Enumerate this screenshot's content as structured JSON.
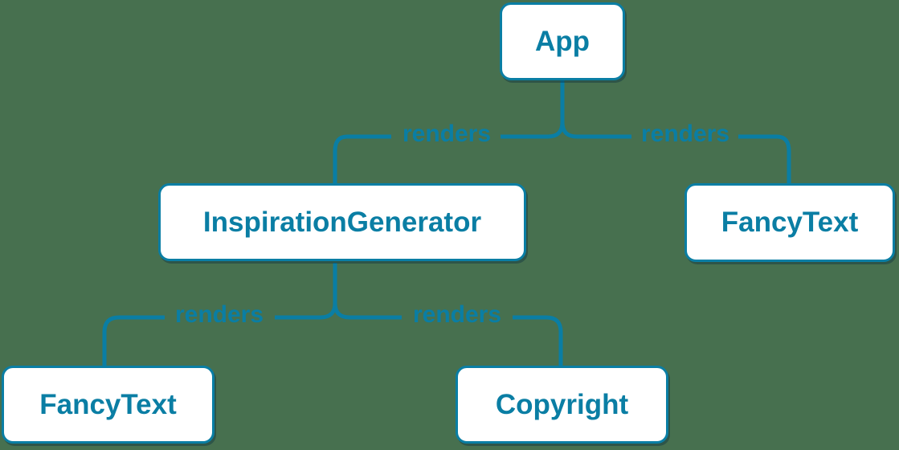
{
  "diagram": {
    "type": "tree",
    "description": "React render tree diagram",
    "nodes": [
      {
        "id": "app",
        "label": "App"
      },
      {
        "id": "inspiration-generator",
        "label": "InspirationGenerator"
      },
      {
        "id": "fancy-text-right",
        "label": "FancyText"
      },
      {
        "id": "fancy-text-left",
        "label": "FancyText"
      },
      {
        "id": "copyright",
        "label": "Copyright"
      }
    ],
    "edges": [
      {
        "from": "App",
        "to": "InspirationGenerator",
        "label": "renders"
      },
      {
        "from": "App",
        "to": "FancyText",
        "label": "renders"
      },
      {
        "from": "InspirationGenerator",
        "to": "FancyText",
        "label": "renders"
      },
      {
        "from": "InspirationGenerator",
        "to": "Copyright",
        "label": "renders"
      }
    ],
    "colors": {
      "background": "#47704F",
      "accent": "#0a7ea4",
      "node_fill": "#ffffff",
      "node_shadow": "rgba(10,45,62,0.40)"
    }
  }
}
